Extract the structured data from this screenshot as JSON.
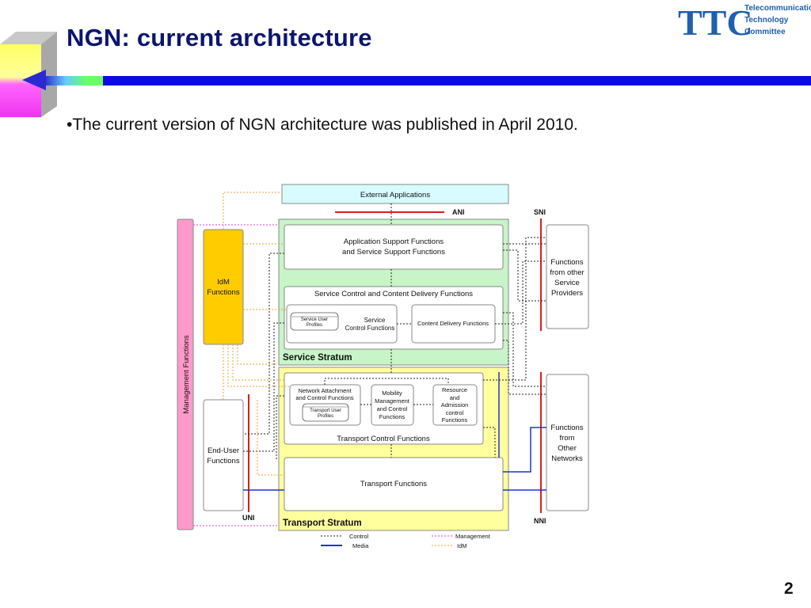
{
  "header": {
    "title": "NGN: current architecture",
    "logo": {
      "mark": "TTC",
      "name_lines": [
        "Telecommunication",
        "Technology",
        "Committee"
      ],
      "color": "#1f5fae"
    }
  },
  "body": {
    "bullet": "•The current version of NGN architecture was published in April 2010."
  },
  "footer": {
    "page_number": "2"
  },
  "diagram": {
    "external_applications": "External Applications",
    "ani": "ANI",
    "sni": "SNI",
    "uni": "UNI",
    "nni": "NNI",
    "management_functions": "Management Functions",
    "idm_functions": [
      "IdM",
      "Functions"
    ],
    "end_user_functions": [
      "End-User",
      "Functions"
    ],
    "service_stratum": {
      "label": "Service Stratum",
      "application_support": [
        "Application Support Functions",
        "and Service Support Functions"
      ],
      "service_control_delivery": "Service Control and Content Delivery Functions",
      "service_user_profiles": [
        "Service User",
        "Profiles"
      ],
      "service_control_functions": [
        "Service",
        "Control Functions"
      ],
      "content_delivery_functions": "Content Delivery Functions"
    },
    "transport_stratum": {
      "label": "Transport Stratum",
      "network_attachment": [
        "Network Attachment",
        "and Control Functions"
      ],
      "transport_user_profiles": [
        "Transport User",
        "Profiles"
      ],
      "mobility_management": [
        "Mobility",
        "Management",
        "and Control",
        "Functions"
      ],
      "resource_admission": [
        "Resource",
        "and",
        "Admission",
        "control",
        "Functions"
      ],
      "transport_control_functions": "Transport Control Functions",
      "transport_functions": "Transport Functions"
    },
    "functions_from_other_service_providers": [
      "Functions",
      "from other",
      "Service",
      "Providers"
    ],
    "functions_from_other_networks": [
      "Functions",
      "from",
      "Other",
      "Networks"
    ],
    "legend": {
      "control": "Control",
      "media": "Media",
      "management": "Management",
      "idm": "IdM"
    },
    "colors": {
      "control": "#222222",
      "media": "#1f35c8",
      "management": "#e040e0",
      "idm": "#f0a030",
      "interface_line": "#d81e1e",
      "service_stratum_bg": "#c8f5c8",
      "transport_stratum_bg": "#ffff9e",
      "external_app_bg": "#d7fbff",
      "idm_bg": "#ffcc00",
      "management_bg": "#ff99cc",
      "title_color": "#0a1670"
    }
  }
}
